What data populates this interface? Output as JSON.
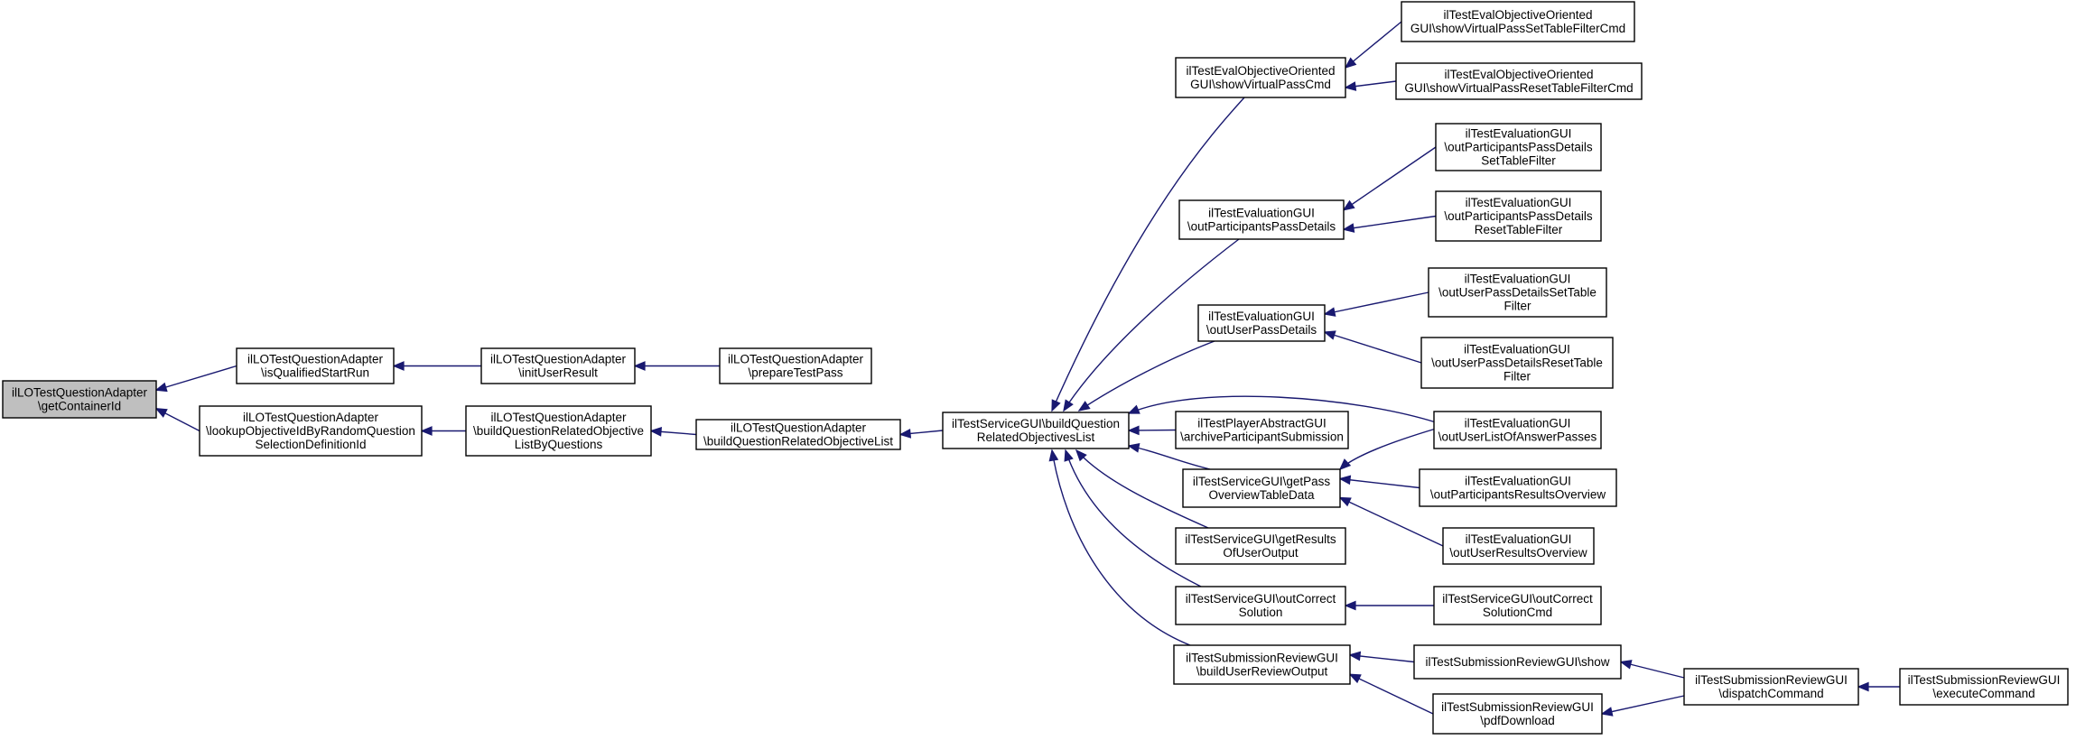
{
  "graph": {
    "nodes": [
      {
        "id": "n0",
        "lines": [
          "ilLOTestQuestionAdapter",
          "\\getContainerId"
        ],
        "root": true
      },
      {
        "id": "n1",
        "lines": [
          "ilLOTestQuestionAdapter",
          "\\isQualifiedStartRun"
        ]
      },
      {
        "id": "n2",
        "lines": [
          "ilLOTestQuestionAdapter",
          "\\lookupObjectiveIdByRandomQuestion",
          "SelectionDefinitionId"
        ]
      },
      {
        "id": "n3",
        "lines": [
          "ilLOTestQuestionAdapter",
          "\\initUserResult"
        ]
      },
      {
        "id": "n4",
        "lines": [
          "ilLOTestQuestionAdapter",
          "\\buildQuestionRelatedObjective",
          "ListByQuestions"
        ]
      },
      {
        "id": "n5",
        "lines": [
          "ilLOTestQuestionAdapter",
          "\\prepareTestPass"
        ]
      },
      {
        "id": "n6",
        "lines": [
          "ilLOTestQuestionAdapter",
          "\\buildQuestionRelatedObjectiveList"
        ]
      },
      {
        "id": "n7",
        "lines": [
          "ilTestServiceGUI\\buildQuestion",
          "RelatedObjectivesList"
        ]
      },
      {
        "id": "n8",
        "lines": [
          "ilTestEvalObjectiveOriented",
          "GUI\\showVirtualPassCmd"
        ]
      },
      {
        "id": "n9",
        "lines": [
          "ilTestEvaluationGUI",
          "\\outParticipantsPassDetails"
        ]
      },
      {
        "id": "n10",
        "lines": [
          "ilTestEvaluationGUI",
          "\\outUserPassDetails"
        ]
      },
      {
        "id": "n11",
        "lines": [
          "ilTestPlayerAbstractGUI",
          "\\archiveParticipantSubmission"
        ]
      },
      {
        "id": "n12",
        "lines": [
          "ilTestServiceGUI\\getPass",
          "OverviewTableData"
        ]
      },
      {
        "id": "n13",
        "lines": [
          "ilTestServiceGUI\\getResults",
          "OfUserOutput"
        ]
      },
      {
        "id": "n14",
        "lines": [
          "ilTestServiceGUI\\outCorrect",
          "Solution"
        ]
      },
      {
        "id": "n15",
        "lines": [
          "ilTestSubmissionReviewGUI",
          "\\buildUserReviewOutput"
        ]
      },
      {
        "id": "n16",
        "lines": [
          "ilTestEvalObjectiveOriented",
          "GUI\\showVirtualPassSetTableFilterCmd"
        ]
      },
      {
        "id": "n17",
        "lines": [
          "ilTestEvalObjectiveOriented",
          "GUI\\showVirtualPassResetTableFilterCmd"
        ]
      },
      {
        "id": "n18",
        "lines": [
          "ilTestEvaluationGUI",
          "\\outParticipantsPassDetails",
          "SetTableFilter"
        ]
      },
      {
        "id": "n19",
        "lines": [
          "ilTestEvaluationGUI",
          "\\outParticipantsPassDetails",
          "ResetTableFilter"
        ]
      },
      {
        "id": "n20",
        "lines": [
          "ilTestEvaluationGUI",
          "\\outUserPassDetailsSetTable",
          "Filter"
        ]
      },
      {
        "id": "n21",
        "lines": [
          "ilTestEvaluationGUI",
          "\\outUserPassDetailsResetTable",
          "Filter"
        ]
      },
      {
        "id": "n22",
        "lines": [
          "ilTestEvaluationGUI",
          "\\outUserListOfAnswerPasses"
        ]
      },
      {
        "id": "n23",
        "lines": [
          "ilTestEvaluationGUI",
          "\\outParticipantsResultsOverview"
        ]
      },
      {
        "id": "n24",
        "lines": [
          "ilTestEvaluationGUI",
          "\\outUserResultsOverview"
        ]
      },
      {
        "id": "n25",
        "lines": [
          "ilTestServiceGUI\\outCorrect",
          "SolutionCmd"
        ]
      },
      {
        "id": "n26",
        "lines": [
          "ilTestSubmissionReviewGUI\\show"
        ]
      },
      {
        "id": "n27",
        "lines": [
          "ilTestSubmissionReviewGUI",
          "\\pdfDownload"
        ]
      },
      {
        "id": "n28",
        "lines": [
          "ilTestSubmissionReviewGUI",
          "\\dispatchCommand"
        ]
      },
      {
        "id": "n29",
        "lines": [
          "ilTestSubmissionReviewGUI",
          "\\executeCommand"
        ]
      }
    ],
    "edges": [
      {
        "from": "n1",
        "to": "n0"
      },
      {
        "from": "n2",
        "to": "n0"
      },
      {
        "from": "n3",
        "to": "n1"
      },
      {
        "from": "n5",
        "to": "n3"
      },
      {
        "from": "n4",
        "to": "n2"
      },
      {
        "from": "n6",
        "to": "n4"
      },
      {
        "from": "n7",
        "to": "n6"
      },
      {
        "from": "n8",
        "to": "n7"
      },
      {
        "from": "n9",
        "to": "n7"
      },
      {
        "from": "n10",
        "to": "n7"
      },
      {
        "from": "n22",
        "to": "n7"
      },
      {
        "from": "n11",
        "to": "n7"
      },
      {
        "from": "n12",
        "to": "n7"
      },
      {
        "from": "n13",
        "to": "n7"
      },
      {
        "from": "n14",
        "to": "n7"
      },
      {
        "from": "n15",
        "to": "n7"
      },
      {
        "from": "n16",
        "to": "n8"
      },
      {
        "from": "n17",
        "to": "n8"
      },
      {
        "from": "n18",
        "to": "n9"
      },
      {
        "from": "n19",
        "to": "n9"
      },
      {
        "from": "n20",
        "to": "n10"
      },
      {
        "from": "n21",
        "to": "n10"
      },
      {
        "from": "n22",
        "to": "n12"
      },
      {
        "from": "n23",
        "to": "n12"
      },
      {
        "from": "n24",
        "to": "n12"
      },
      {
        "from": "n25",
        "to": "n14"
      },
      {
        "from": "n26",
        "to": "n15"
      },
      {
        "from": "n27",
        "to": "n15"
      },
      {
        "from": "n28",
        "to": "n26"
      },
      {
        "from": "n28",
        "to": "n27"
      },
      {
        "from": "n29",
        "to": "n28"
      }
    ]
  }
}
